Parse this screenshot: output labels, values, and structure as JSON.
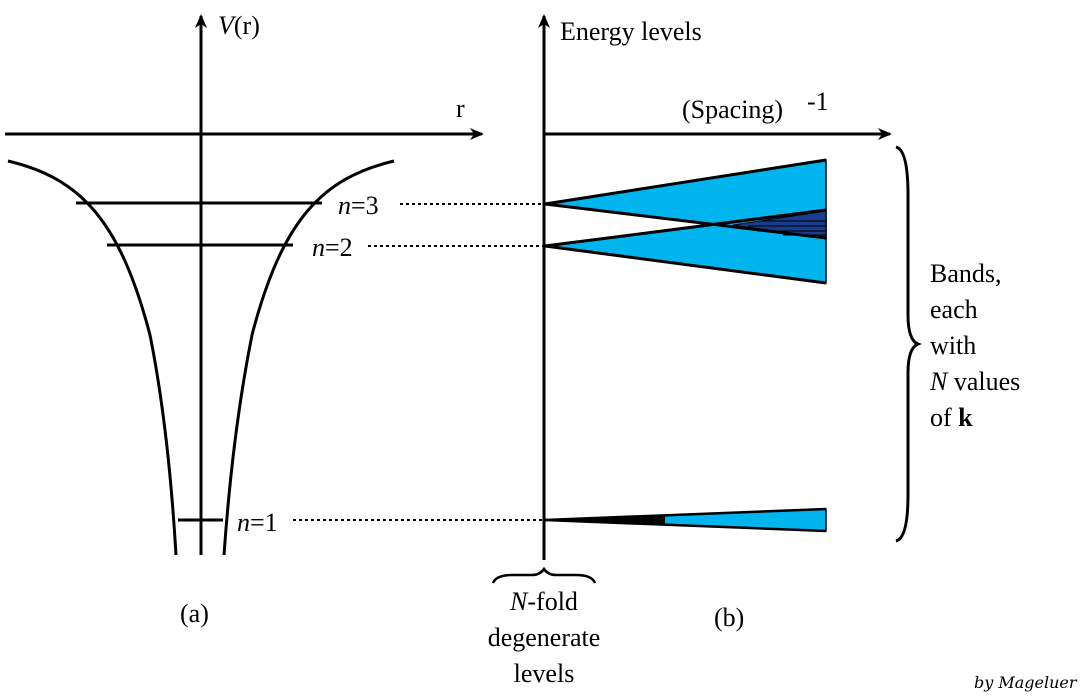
{
  "panel_a": {
    "y_axis_label_italic": "V",
    "y_axis_label_rest": "(r)",
    "x_axis_label": "r",
    "levels": [
      {
        "n_italic": "n",
        "eq": "=3"
      },
      {
        "n_italic": "n",
        "eq": "=2"
      },
      {
        "n_italic": "n",
        "eq": "=1"
      }
    ],
    "caption": "(a)"
  },
  "panel_b": {
    "y_axis_label": "Energy levels",
    "x_axis_label": "(Spacing)",
    "x_axis_exponent": "-1",
    "brace_text": {
      "line1": "Bands,",
      "line2": "each",
      "line3": "with",
      "line4_italic": "N",
      "line4_rest": " values",
      "line5_prefix": "of ",
      "line5_bold": "k"
    },
    "bottom_italic": "N",
    "bottom_line1_rest": "-fold",
    "bottom_line2": "degenerate",
    "bottom_line3": "levels",
    "caption": "(b)"
  },
  "signature": "by Mageluer",
  "colors": {
    "band_fill": "#00b4ee",
    "band_overlap": "#1a3c8c",
    "stroke": "#000000"
  }
}
